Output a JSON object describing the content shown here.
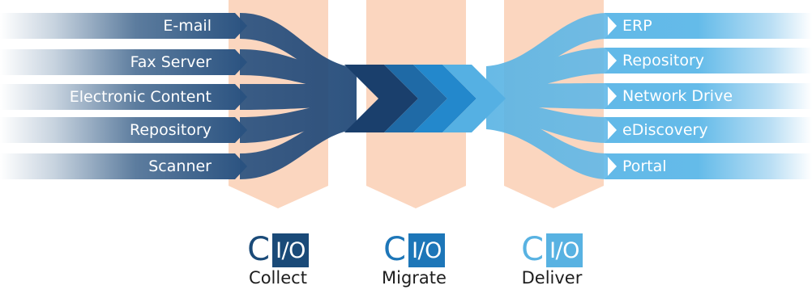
{
  "inputs": [
    "E-mail",
    "Fax Server",
    "Electronic Content",
    "Repository",
    "Scanner"
  ],
  "outputs": [
    "ERP",
    "Repository",
    "Network Drive",
    "eDiscovery",
    "Portal"
  ],
  "stages": [
    {
      "mark": "C",
      "box": "I/O",
      "caption": "Collect",
      "color": "#1a4a78"
    },
    {
      "mark": "C",
      "box": "I/O",
      "caption": "Migrate",
      "color": "#1d76b8"
    },
    {
      "mark": "C",
      "box": "I/O",
      "caption": "Deliver",
      "color": "#58b2e2"
    }
  ],
  "colors": {
    "inbound_dark": "#1b3f6b",
    "mid_blue": "#2086c4",
    "outbound_light": "#5bb6e6",
    "backdrop": "#fbd6bf"
  }
}
